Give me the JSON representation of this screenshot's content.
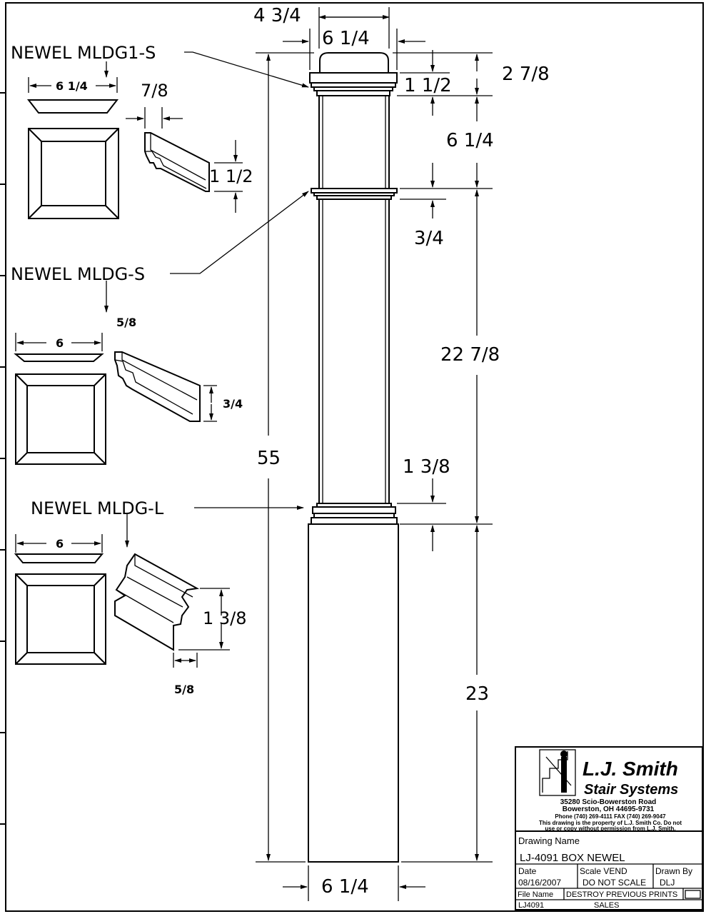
{
  "labels": {
    "mldg1s": "NEWEL MLDG1-S",
    "mldgs": "NEWEL MLDG-S",
    "mldgl": "NEWEL MLDG-L"
  },
  "dims": {
    "top_width": "4 3/4",
    "cap_width": "6 1/4",
    "cap_h": "1 1/2",
    "top_total": "2 7/8",
    "upper_shaft": "6 1/4",
    "mldgs_h": "3/4",
    "mid_shaft": "22 7/8",
    "overall": "55",
    "mldgl_h": "1 3/8",
    "base_h": "23",
    "base_w": "6 1/4"
  },
  "details": {
    "m1_width": "6 1/4",
    "m1_proj": "7/8",
    "m1_height": "1 1/2",
    "ms_width": "6",
    "ms_proj": "5/8",
    "ms_height": "3/4",
    "ml_width": "6",
    "ml_height": "1 3/8",
    "ml_proj": "5/8"
  },
  "titleblock": {
    "company": "L.J. Smith",
    "division": "Stair Systems",
    "addr1": "35280 Scio-Bowerston Road",
    "addr2": "Bowerston, OH 44695-9731",
    "phone": "Phone (740) 269-4111          FAX (740) 269-9047",
    "legal1": "This drawing is the property of L.J. Smith Co. Do not",
    "legal2": "use or copy without permission from L.J. Smith.",
    "drawing_name_label": "Drawing Name",
    "drawing_name": "LJ-4091  BOX NEWEL",
    "date_label": "Date",
    "date": "08/16/2007",
    "scale_label": "Scale   VEND",
    "scale": "DO  NOT  SCALE",
    "drawn_label": "Drawn  By",
    "drawn": "DLJ",
    "file_label": "File  Name",
    "destroy": "DESTROY  PREVIOUS  PRINTS",
    "file": "LJ4091",
    "sales": "SALES"
  }
}
